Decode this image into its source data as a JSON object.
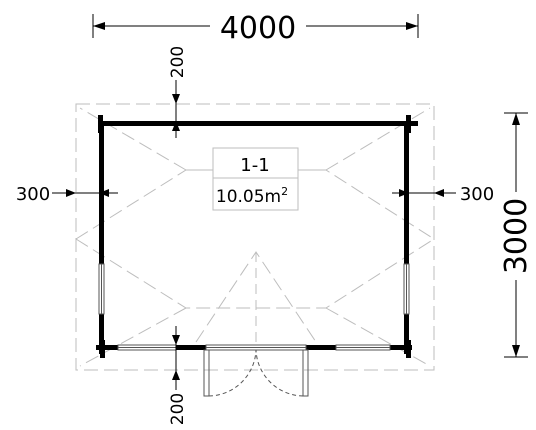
{
  "dimensions": {
    "width_total": "4000",
    "height_total": "3000",
    "overhang_top": "200",
    "overhang_bottom": "200",
    "overhang_left": "300",
    "overhang_right": "300"
  },
  "room": {
    "id": "1-1",
    "area_value": "10.05m",
    "area_exp": "2"
  },
  "colors": {
    "wall": "#000000",
    "roof_line": "#bdbdbd",
    "dim_line": "#000000"
  }
}
